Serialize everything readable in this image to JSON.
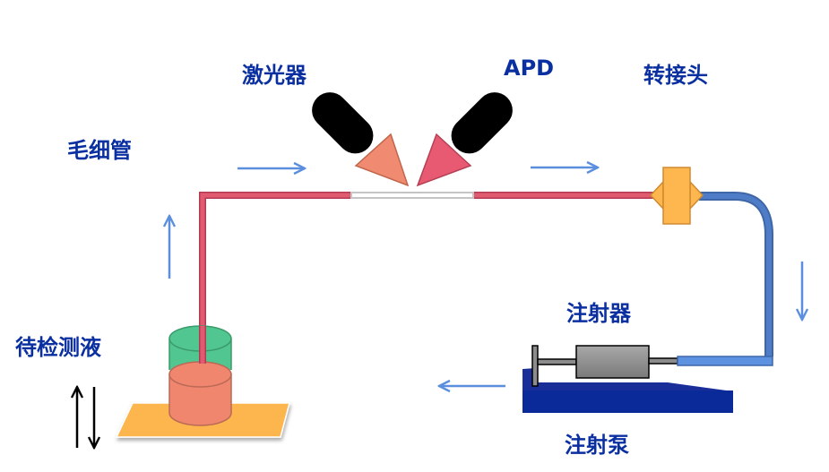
{
  "diagram": {
    "labels": {
      "laser": "激光器",
      "apd": "APD",
      "adapter": "转接头",
      "capillary": "毛细管",
      "syringe": "注射器",
      "sample_liquid": "待检测液",
      "syringe_pump": "注射泵"
    },
    "colors": {
      "label_text": "#0a2fa0",
      "flow_arrow": "#5b8fde",
      "capillary_red": "#e05a70",
      "detection_window": "#ffffff",
      "laser_cone": "#f08a70",
      "apd_cone": "#e85a72",
      "adapter_orange": "#fdb74e",
      "blue_tubing": "#4a76c0",
      "pump_base": "#0a2a9a",
      "syringe_barrel": "#8c8c8c",
      "beaker_green": "#52c690",
      "liquid_red": "#f0866e",
      "stage_orange": "#fdb64e"
    },
    "flow_direction_icons": [
      "arrow-right",
      "arrow-right",
      "arrow-down",
      "arrow-left",
      "arrow-up"
    ],
    "stage_motion_icon": "up-down-arrows"
  }
}
